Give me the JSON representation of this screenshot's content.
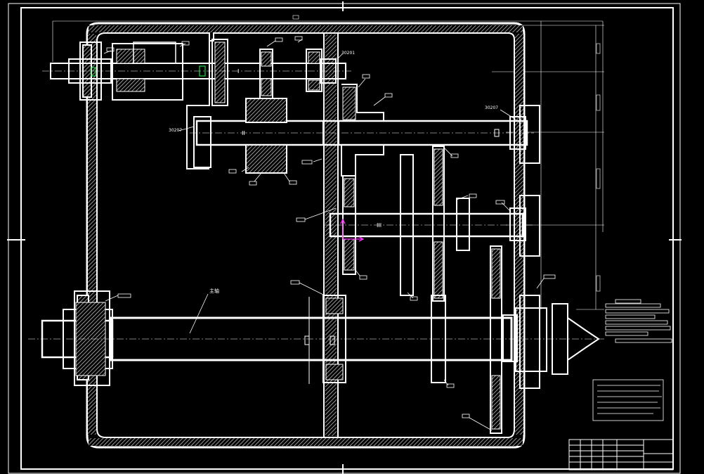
{
  "drawing": {
    "shaft_labels": {
      "shaft1": "I",
      "shaft2": "II",
      "shaft3": "III",
      "spindle": "主轴"
    },
    "bearing_codes": [
      "30201",
      "30207",
      "30207"
    ],
    "colors": {
      "background": "#000000",
      "lines": "#ffffff",
      "hatch": "#bfbfbf",
      "ucs": "#ff33ff",
      "green": "#22ff44"
    }
  }
}
